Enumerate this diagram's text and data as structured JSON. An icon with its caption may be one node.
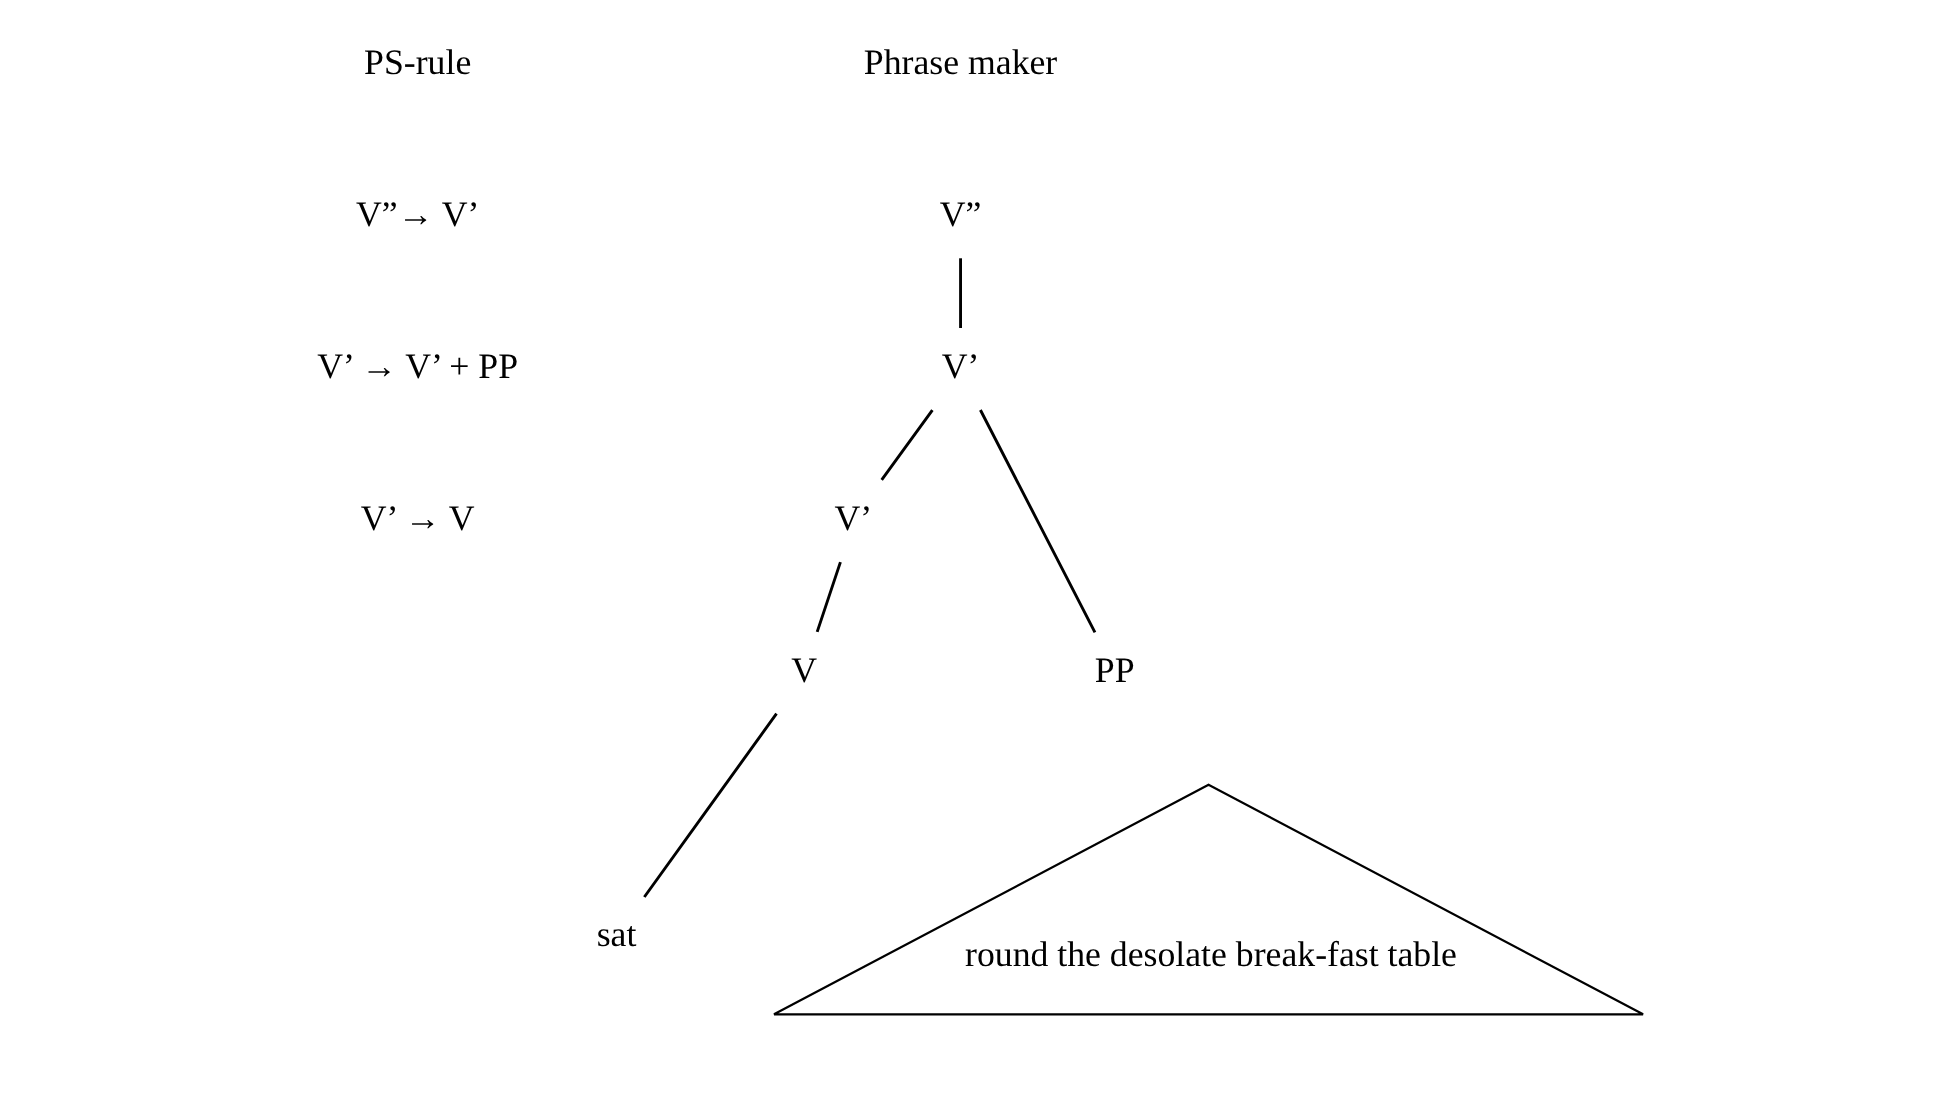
{
  "diagram": {
    "nodes": [
      {
        "text": [
          "V”"
        ]
      },
      {
        "text": [
          "V’"
        ]
      },
      {
        "text": [
          "V’"
        ]
      },
      {
        "text": [
          "PP"
        ]
      },
      {
        "text": [
          "V"
        ]
      },
      {
        "text": [
          "sat"
        ]
      },
      {
        "text": [
          "round the desolate break-fast table"
        ]
      }
    ],
    "edges": [
      {
        "from": 0,
        "to": 1,
        "arrow": "none"
      },
      {
        "from": 1,
        "to": 2,
        "arrow": "none"
      },
      {
        "from": 1,
        "to": 3,
        "arrow": "none"
      },
      {
        "from": 2,
        "to": 4,
        "arrow": "none"
      },
      {
        "from": 4,
        "to": 5,
        "arrow": "none"
      }
    ],
    "labels": [
      "PS-rule",
      "Phrase maker",
      "V”→ V’",
      "V’ → V’ + PP",
      "V’ → V"
    ]
  }
}
